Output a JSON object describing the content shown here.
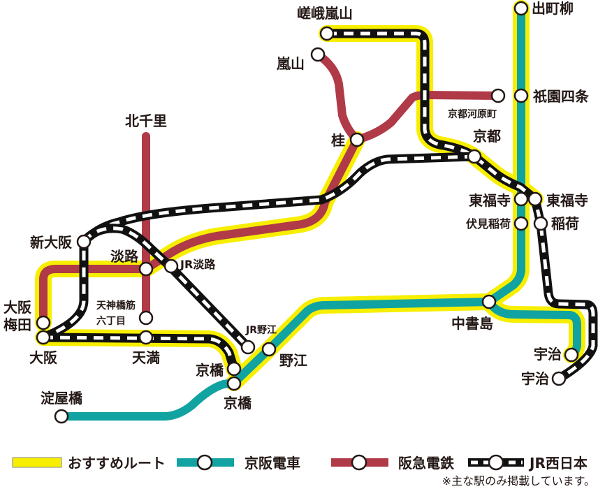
{
  "colors": {
    "recommended": "#f7ee00",
    "keihan": "#10a3a1",
    "hankyu": "#b03a48",
    "jr": "#111111"
  },
  "stations": {
    "saga_arashiyama": "嵯峨嵐山",
    "arashiyama": "嵐山",
    "demachiyanagi": "出町柳",
    "gion_shijo": "祇園四条",
    "kyoto_kawaramachi": "京都河原町",
    "kyoto": "京都",
    "kita_senri": "北千里",
    "katsura": "桂",
    "tofukuji_keihan": "東福寺",
    "tofukuji_jr": "東福寺",
    "fushimi_inari": "伏見稲荷",
    "inari": "稲荷",
    "shin_osaka": "新大阪",
    "awaji": "淡路",
    "jr_awaji": "JR淡路",
    "osaka_umeda_1": "大阪",
    "osaka_umeda_2": "梅田",
    "tenjinbashisuji_1": "天神橋筋",
    "tenjinbashisuji_2": "六丁目",
    "osaka": "大阪",
    "temma": "天満",
    "jr_noe": "JR野江",
    "noe": "野江",
    "kyobashi_jr": "京橋",
    "kyobashi_keihan": "京橋",
    "chushojima": "中書島",
    "uji_keihan": "宇治",
    "uji_jr": "宇治",
    "yodoyabashi": "淀屋橋"
  },
  "legend": {
    "recommended": "おすすめルート",
    "keihan": "京阪電車",
    "hankyu": "阪急電鉄",
    "jr": "JR西日本"
  },
  "note": "※主な駅のみ掲載しています。"
}
